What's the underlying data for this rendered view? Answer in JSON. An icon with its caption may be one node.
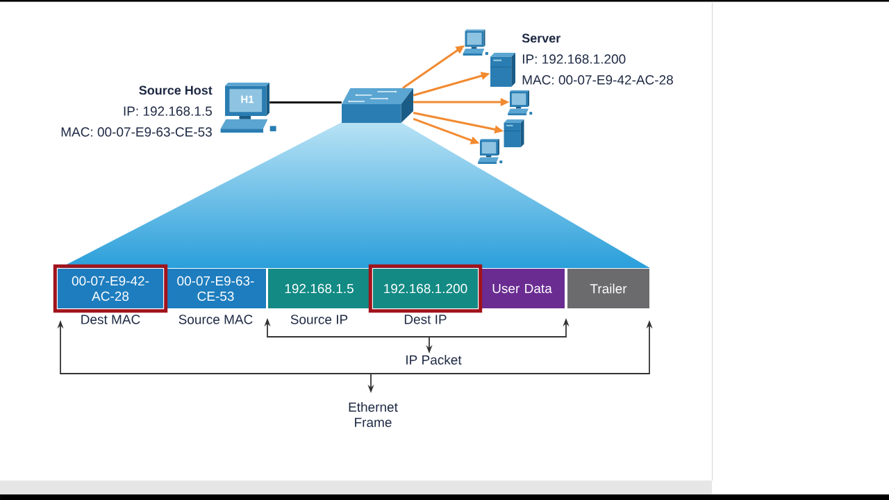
{
  "diagram": {
    "nodes": [
      {
        "text": [
          "H1"
        ],
        "beside": [
          "Source Host",
          "IP: 192.168.1.5",
          "MAC: 00-07-E9-63-CE-53"
        ]
      },
      {
        "text": [],
        "shape": "switch"
      },
      {
        "text": [],
        "shape": "computer"
      },
      {
        "text": [],
        "shape": "server",
        "beside": [
          "Server",
          "IP: 192.168.1.200",
          "MAC: 00-07-E9-42-AC-28"
        ]
      },
      {
        "text": [],
        "shape": "computer"
      },
      {
        "text": [],
        "shape": "server"
      },
      {
        "text": [],
        "shape": "computer"
      },
      {
        "text": [
          "00-07-E9-42-AC-28"
        ],
        "beside": [
          "Dest MAC"
        ]
      },
      {
        "text": [
          "00-07-E9-63-CE-53"
        ],
        "beside": [
          "Source MAC"
        ]
      },
      {
        "text": [
          "192.168.1.5"
        ],
        "beside": [
          "Source IP"
        ]
      },
      {
        "text": [
          "192.168.1.200"
        ],
        "beside": [
          "Dest IP"
        ]
      },
      {
        "text": [
          "User Data"
        ]
      },
      {
        "text": [
          "Trailer"
        ]
      }
    ],
    "edges": [
      {
        "from": 0,
        "to": 1,
        "arrow": "none",
        "color": "#111111"
      },
      {
        "from": 1,
        "to": 2,
        "arrow": "to"
      },
      {
        "from": 1,
        "to": 3,
        "arrow": "to"
      },
      {
        "from": 1,
        "to": 4,
        "arrow": "to"
      },
      {
        "from": 1,
        "to": 5,
        "arrow": "to"
      },
      {
        "from": 1,
        "to": 6,
        "arrow": "to"
      }
    ],
    "labels": [
      "IP Packet",
      "Ethernet Frame"
    ]
  }
}
